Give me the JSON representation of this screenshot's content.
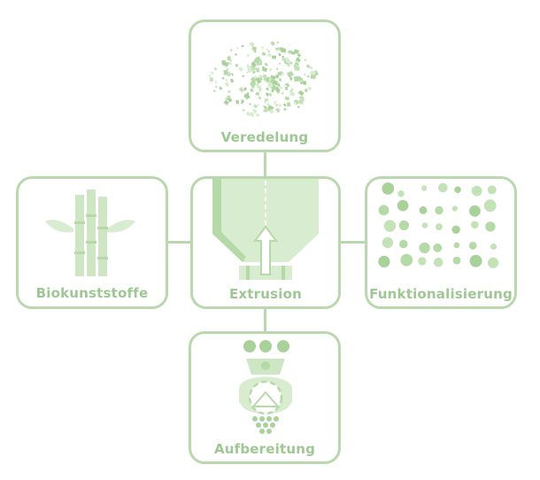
{
  "diagram": {
    "nodes": {
      "top": {
        "label": "Veredelung",
        "icon": "granules-icon"
      },
      "left": {
        "label": "Biokunststoffe",
        "icon": "bamboo-plant-icon"
      },
      "center": {
        "label": "Extrusion",
        "icon": "extruder-hopper-icon"
      },
      "right": {
        "label": "Funktionalisierung",
        "icon": "particles-icon"
      },
      "bottom": {
        "label": "Aufbereitung",
        "icon": "grinder-mill-icon"
      }
    },
    "colors": {
      "border": "#b9d8ae",
      "label": "#9ec793",
      "icon_light": "#d8ecd0",
      "icon_mid": "#b6d9a8",
      "icon_dark": "#8fc47f"
    }
  }
}
